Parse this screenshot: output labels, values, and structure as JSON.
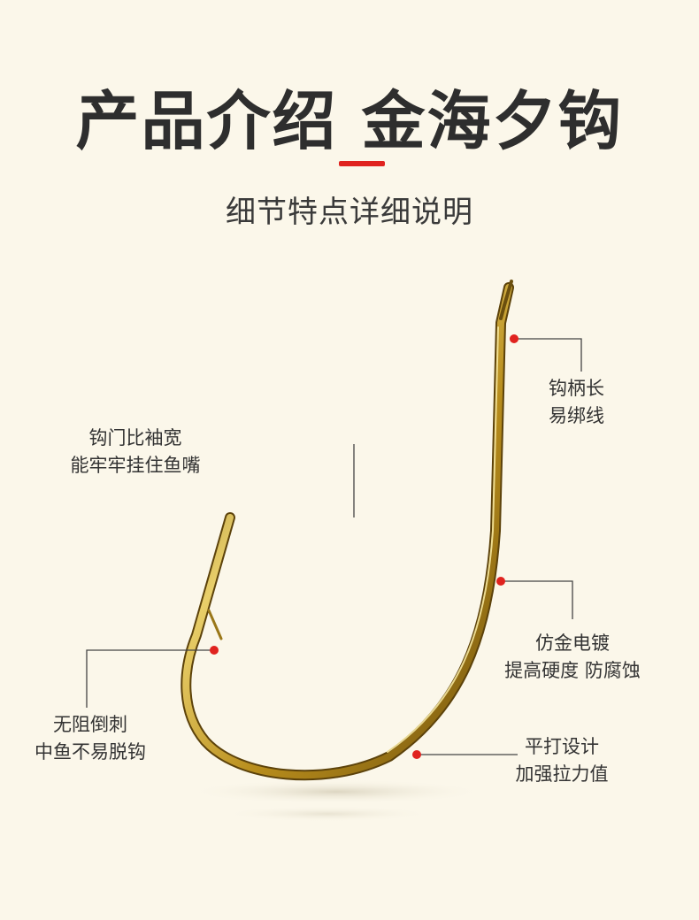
{
  "header": {
    "title": "产品介绍 金海夕钩",
    "subtitle": "细节特点详细说明",
    "accent_color": "#e0231f"
  },
  "product_image": {
    "icon": "fish-hook-icon",
    "color": "#c9a227"
  },
  "callouts": [
    {
      "line1": "钩柄长",
      "line2": "易绑线"
    },
    {
      "line1": "钩门比袖宽",
      "line2": "能牢牢挂住鱼嘴"
    },
    {
      "line1": "仿金电镀",
      "line2": "提高硬度 防腐蚀"
    },
    {
      "line1": "无阻倒刺",
      "line2": "中鱼不易脱钩"
    },
    {
      "line1": "平打设计",
      "line2": "加强拉力值"
    }
  ]
}
